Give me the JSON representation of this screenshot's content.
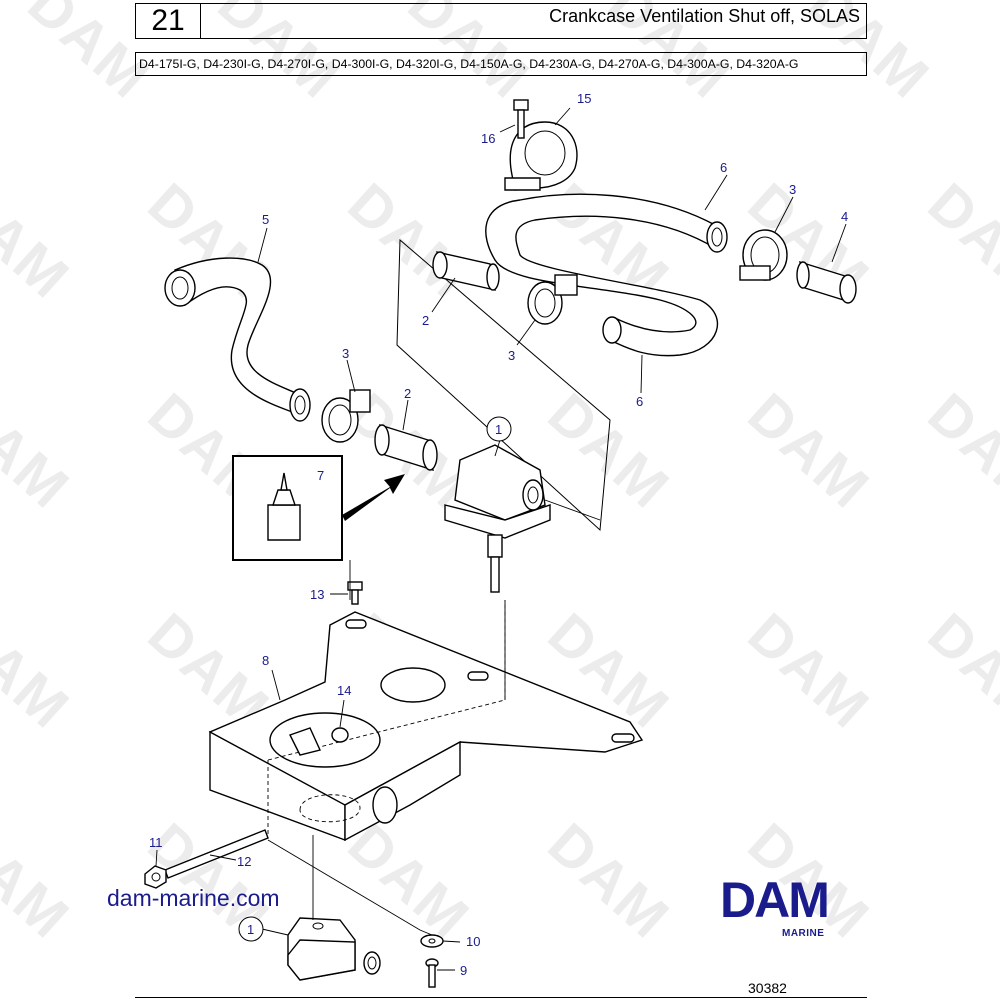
{
  "header": {
    "page_number": "21",
    "title": "Crankcase Ventilation Shut off, SOLAS",
    "models": "D4-175I-G, D4-230I-G, D4-270I-G, D4-300I-G, D4-320I-G, D4-150A-G, D4-230A-G, D4-270A-G, D4-300A-G, D4-320A-G"
  },
  "watermark": {
    "text": "DAM"
  },
  "callouts": {
    "c1_top": "1",
    "c1_bottom": "1",
    "c2_left": "2",
    "c2_upper": "2",
    "c3_left": "3",
    "c3_mid": "3",
    "c3_right": "3",
    "c4": "4",
    "c5": "5",
    "c6_upper": "6",
    "c6_lower": "6",
    "c7": "7",
    "c8": "8",
    "c9": "9",
    "c10": "10",
    "c11": "11",
    "c12": "12",
    "c13": "13",
    "c14": "14",
    "c15": "15",
    "c16": "16"
  },
  "footer": {
    "website": "dam-marine.com",
    "brand": "DAM",
    "brand_sub": "MARINE",
    "drawing_number": "30382"
  },
  "colors": {
    "callout_blue": "#1b1c8c",
    "brand_blue": "#1b1c8c",
    "watermark_gray": "#ececec"
  }
}
